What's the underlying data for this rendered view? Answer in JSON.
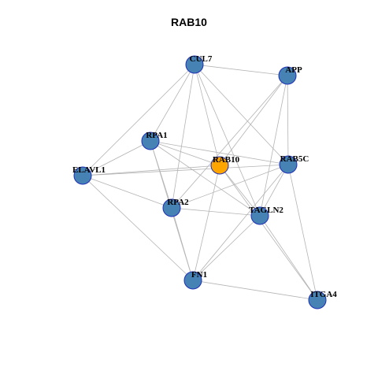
{
  "title": "RAB10",
  "colors": {
    "node_fill": "#4682B4",
    "node_stroke": "#1F2FB8",
    "hub_fill": "#FFA500",
    "edge": "#B4B4B4"
  },
  "nodes": [
    {
      "id": "CUL7",
      "label": "CUL7",
      "hub": false
    },
    {
      "id": "APP",
      "label": "APP",
      "hub": false
    },
    {
      "id": "RPA1",
      "label": "RPA1",
      "hub": false
    },
    {
      "id": "RAB10",
      "label": "RAB10",
      "hub": true
    },
    {
      "id": "RAB5C",
      "label": "RAB5C",
      "hub": false
    },
    {
      "id": "ELAVL1",
      "label": "ELAVL1",
      "hub": false
    },
    {
      "id": "RPA2",
      "label": "RPA2",
      "hub": false
    },
    {
      "id": "TAGLN2",
      "label": "TAGLN2",
      "hub": false
    },
    {
      "id": "FN1",
      "label": "FN1",
      "hub": false
    },
    {
      "id": "ITGA4",
      "label": "ITGA4",
      "hub": false
    }
  ],
  "edges": [
    [
      "CUL7",
      "APP"
    ],
    [
      "CUL7",
      "RPA1"
    ],
    [
      "CUL7",
      "ELAVL1"
    ],
    [
      "CUL7",
      "RAB10"
    ],
    [
      "CUL7",
      "RAB5C"
    ],
    [
      "CUL7",
      "TAGLN2"
    ],
    [
      "CUL7",
      "RPA2"
    ],
    [
      "APP",
      "RAB10"
    ],
    [
      "APP",
      "RAB5C"
    ],
    [
      "APP",
      "TAGLN2"
    ],
    [
      "APP",
      "RPA2"
    ],
    [
      "RPA1",
      "RAB10"
    ],
    [
      "RPA1",
      "RAB5C"
    ],
    [
      "RPA1",
      "TAGLN2"
    ],
    [
      "RPA1",
      "RPA2"
    ],
    [
      "RPA1",
      "FN1"
    ],
    [
      "RPA1",
      "ELAVL1"
    ],
    [
      "RAB10",
      "ELAVL1"
    ],
    [
      "RAB10",
      "TAGLN2"
    ],
    [
      "RAB10",
      "FN1"
    ],
    [
      "RAB10",
      "ITGA4"
    ],
    [
      "RAB5C",
      "ELAVL1"
    ],
    [
      "RAB5C",
      "RPA2"
    ],
    [
      "RAB5C",
      "TAGLN2"
    ],
    [
      "RAB5C",
      "ITGA4"
    ],
    [
      "ELAVL1",
      "RPA2"
    ],
    [
      "ELAVL1",
      "FN1"
    ],
    [
      "RPA2",
      "TAGLN2"
    ],
    [
      "RPA2",
      "FN1"
    ],
    [
      "TAGLN2",
      "FN1"
    ],
    [
      "TAGLN2",
      "ITGA4"
    ],
    [
      "FN1",
      "ITGA4"
    ],
    [
      "FN1",
      "RAB5C"
    ]
  ]
}
